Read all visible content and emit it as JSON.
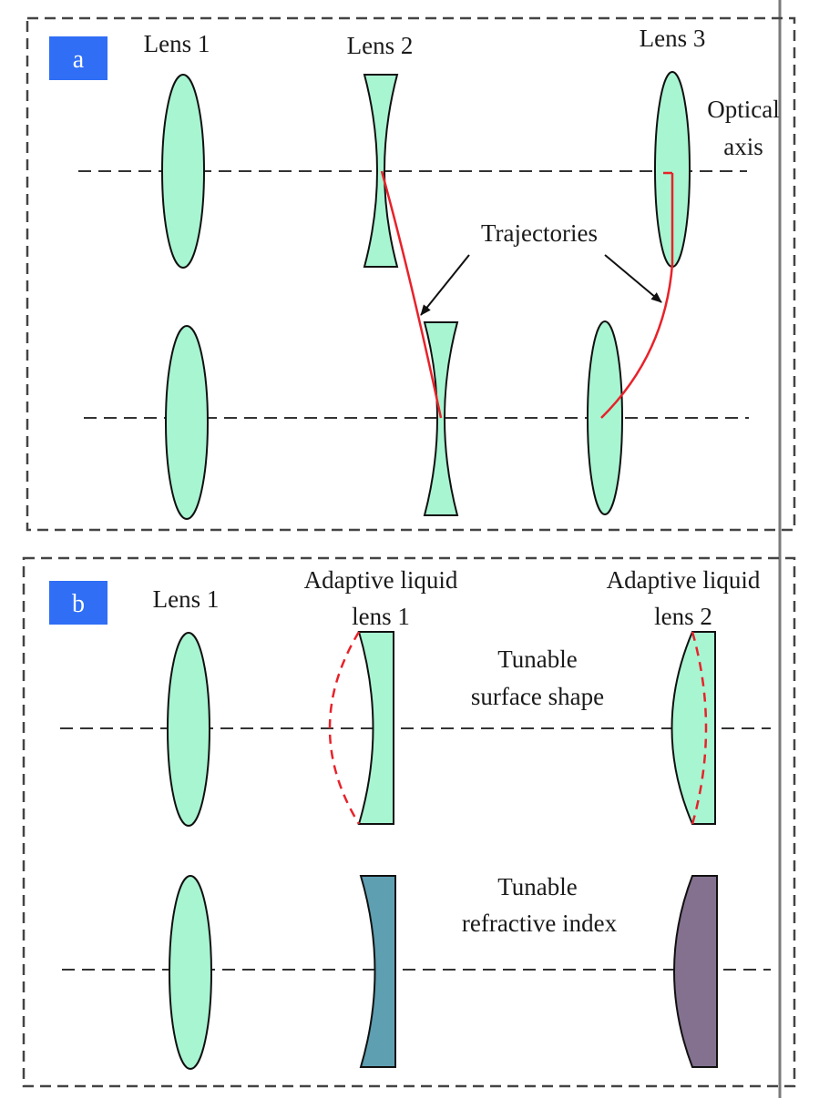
{
  "colors": {
    "lens_fill": "#a8f5d2",
    "lens_stroke": "#111111",
    "trajectory": "#e8222a",
    "badge": "#2f6ef5",
    "liquid_teal": "#5e9fb2",
    "liquid_purple": "#84718f"
  },
  "panel_a": {
    "badge": "a",
    "lens1_label": "Lens 1",
    "lens2_label": "Lens 2",
    "lens3_label": "Lens 3",
    "axis_label_line1": "Optical",
    "axis_label_line2": "axis",
    "trajectories_label": "Trajectories"
  },
  "panel_b": {
    "badge": "b",
    "lens1_label": "Lens 1",
    "liquid1_line1": "Adaptive liquid",
    "liquid1_line2": "lens 1",
    "liquid2_line1": "Adaptive liquid",
    "liquid2_line2": "lens 2",
    "shape_line1": "Tunable",
    "shape_line2": "surface shape",
    "index_line1": "Tunable",
    "index_line2": "refractive index"
  }
}
